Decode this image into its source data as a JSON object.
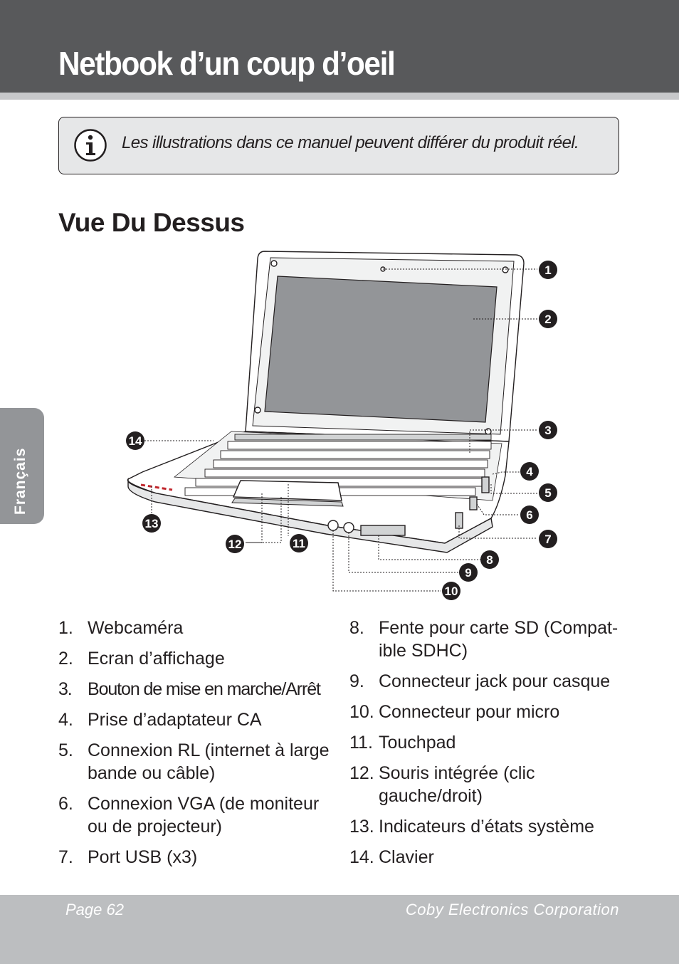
{
  "header": {
    "title": "Netbook d’un coup d’oeil"
  },
  "side_tab": {
    "label": "Français"
  },
  "note": {
    "icon": "info-icon",
    "text": "Les illustrations dans ce manuel peuvent différer du produit réel."
  },
  "section": {
    "title": "Vue Du Dessus"
  },
  "figure": {
    "callouts": [
      "1",
      "2",
      "3",
      "4",
      "5",
      "6",
      "7",
      "8",
      "9",
      "10",
      "11",
      "12",
      "13",
      "14"
    ]
  },
  "list_left": [
    {
      "num": "1.",
      "text": "Webcaméra"
    },
    {
      "num": "2.",
      "text": "Ecran d’affichage"
    },
    {
      "num": "3.",
      "text": "Bouton de mise en marche/Arrêt"
    },
    {
      "num": "4.",
      "text": "Prise d’adaptateur CA"
    },
    {
      "num": "5.",
      "text": "Connexion RL (internet à large bande ou câble)"
    },
    {
      "num": "6.",
      "text": "Connexion VGA (de moniteur ou de projecteur)"
    },
    {
      "num": "7.",
      "text": "Port USB (x3)"
    }
  ],
  "list_right": [
    {
      "num": "8.",
      "text": "Fente pour carte SD (Compat-ible SDHC)"
    },
    {
      "num": "9.",
      "text": "Connecteur jack pour casque"
    },
    {
      "num": "10.",
      "text": "Connecteur pour micro"
    },
    {
      "num": "11.",
      "text": "Touchpad"
    },
    {
      "num": "12.",
      "text": "Souris intégrée (clic gauche/droit)"
    },
    {
      "num": "13.",
      "text": "Indicateurs d’états système"
    },
    {
      "num": "14.",
      "text": "Clavier"
    }
  ],
  "footer": {
    "page": "Page 62",
    "company": "Coby Electronics Corporation"
  },
  "colors": {
    "header_bg": "#58595b",
    "header_rule": "#c7c8ca",
    "tab_bg": "#939598",
    "note_bg": "#e6e7e8",
    "footer_bg": "#bcbec0",
    "callout_bg": "#231f20"
  }
}
